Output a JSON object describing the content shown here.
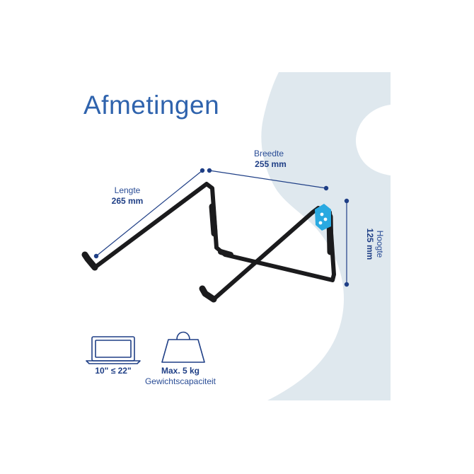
{
  "title": "Afmetingen",
  "dimensions": {
    "length": {
      "label": "Lengte",
      "value": "265 mm"
    },
    "width": {
      "label": "Breedte",
      "value": "255 mm"
    },
    "height": {
      "label": "Hoogte",
      "value": "125 mm"
    }
  },
  "features": {
    "screen": {
      "label": "10\" ≤ 22\"",
      "icon": "laptop-icon"
    },
    "weight": {
      "label": "Max. 5 kg",
      "sublabel": "Gewichtscapaciteit",
      "icon": "weight-icon"
    }
  },
  "colors": {
    "background_shape": "#dfe8ee",
    "text_primary": "#1f3f86",
    "title": "#2f63ad",
    "stand_frame": "#1b1b1d",
    "accent_tag": "#29a9e1"
  }
}
